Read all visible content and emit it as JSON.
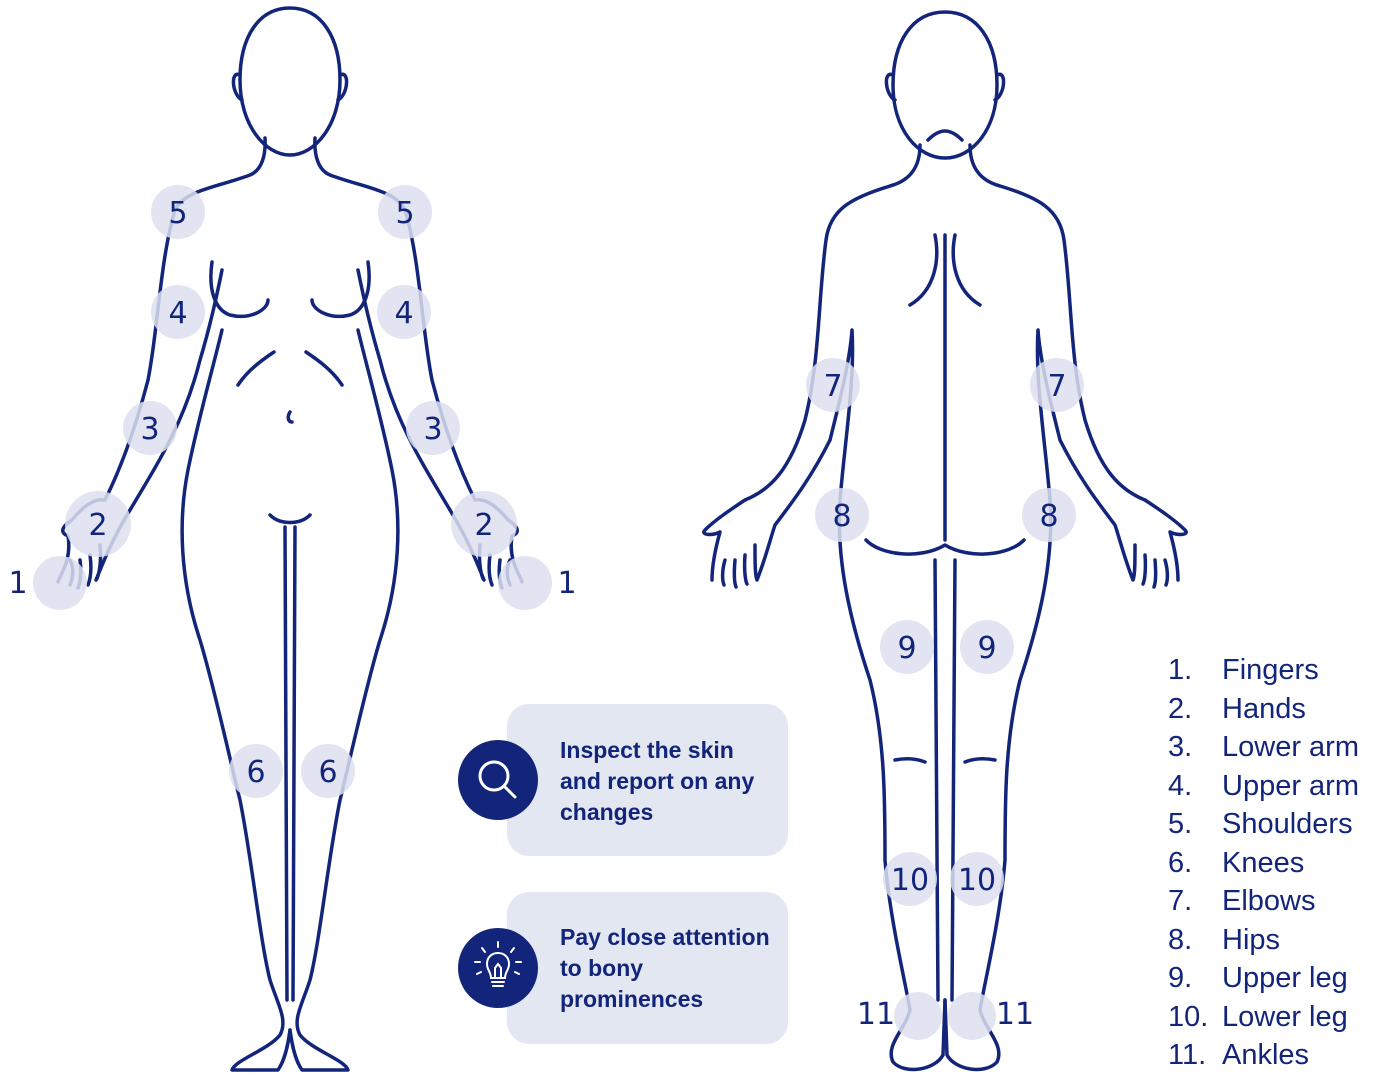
{
  "markers": {
    "front": {
      "fingers_l": "1",
      "fingers_r": "1",
      "hands_l": "2",
      "hands_r": "2",
      "lower_arm_l": "3",
      "lower_arm_r": "3",
      "upper_arm_l": "4",
      "upper_arm_r": "4",
      "shoulder_l": "5",
      "shoulder_r": "5",
      "knee_l": "6",
      "knee_r": "6"
    },
    "back": {
      "elbow_l": "7",
      "elbow_r": "7",
      "hip_l": "8",
      "hip_r": "8",
      "upper_leg_l": "9",
      "upper_leg_r": "9",
      "lower_leg_l": "10",
      "lower_leg_r": "10",
      "ankle_l": "11",
      "ankle_r": "11"
    }
  },
  "tips": [
    {
      "icon": "magnifier-icon",
      "text": "Inspect the skin and report on any changes"
    },
    {
      "icon": "lightbulb-icon",
      "text": "Pay close attention to bony prominences"
    }
  ],
  "legend": [
    {
      "num": "1.",
      "label": "Fingers"
    },
    {
      "num": "2.",
      "label": "Hands"
    },
    {
      "num": "3.",
      "label": "Lower arm"
    },
    {
      "num": "4.",
      "label": "Upper arm"
    },
    {
      "num": "5.",
      "label": "Shoulders"
    },
    {
      "num": "6.",
      "label": "Knees"
    },
    {
      "num": "7.",
      "label": "Elbows"
    },
    {
      "num": "8.",
      "label": "Hips"
    },
    {
      "num": "9.",
      "label": "Upper leg"
    },
    {
      "num": "10.",
      "label": "Lower leg"
    },
    {
      "num": "11.",
      "label": "Ankles"
    }
  ],
  "colors": {
    "outline": "#13257a",
    "marker": "#dde1ef",
    "card": "#e3e7f2"
  }
}
